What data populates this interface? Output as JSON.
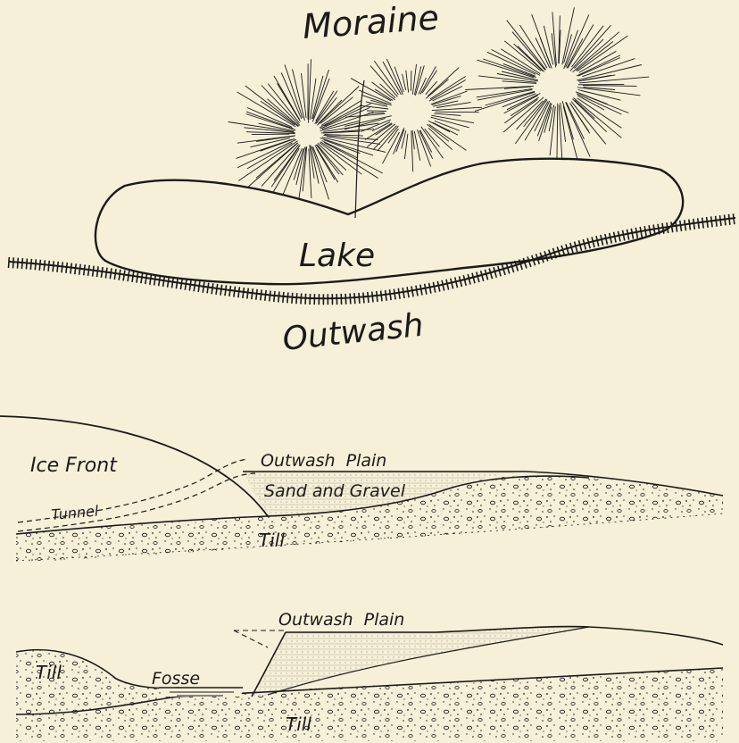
{
  "map_view": {
    "moraine_label": "Moraine",
    "lake_label": "Lake",
    "outwash_label": "Outwash"
  },
  "section_1": {
    "ice_front_label": "Ice Front",
    "outwash_plain_label": "Outwash  Plain",
    "sand_gravel_label": "Sand and Gravel",
    "tunnel_label": "Tunnel",
    "till_label": "Till"
  },
  "section_2": {
    "outwash_plain_label": "Outwash  Plain",
    "fosse_label": "Fosse",
    "till_left_label": "Till",
    "till_lower_label": "Till"
  },
  "colors": {
    "ink": "#1a1a1a",
    "paper": "#f6f0d8"
  }
}
